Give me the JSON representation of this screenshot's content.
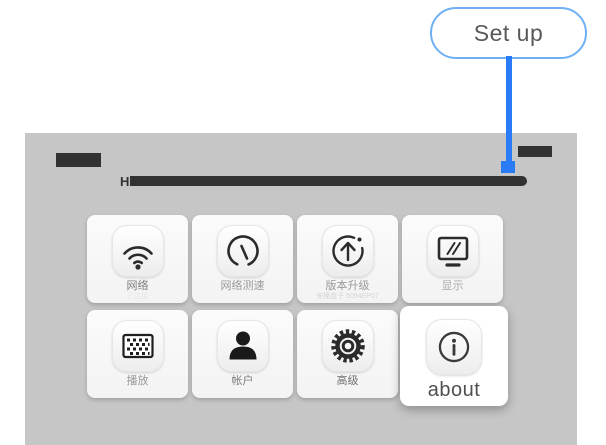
{
  "annotation": {
    "label": "Set up",
    "line_color": "#2a7bf6",
    "border_color": "#6fb0f4"
  },
  "screen": {
    "background_color": "#c6c6c6",
    "bar_color": "#323232",
    "header": {
      "title_prefix": "H"
    }
  },
  "tiles": [
    {
      "label": "网络",
      "icon": "wifi-icon",
      "subtitle": "已连接"
    },
    {
      "label": "网络测速",
      "icon": "speedometer-icon",
      "subtitle": ""
    },
    {
      "label": "版本升级",
      "icon": "upgrade-icon",
      "subtitle": "安播盒子 5094EP07"
    },
    {
      "label": "显示",
      "icon": "display-icon",
      "subtitle": ""
    },
    {
      "label": "播放",
      "icon": "dot-matrix-icon",
      "subtitle": ""
    },
    {
      "label": "帐户",
      "icon": "user-icon",
      "subtitle": ""
    },
    {
      "label": "高级",
      "icon": "gear-icon",
      "subtitle": ""
    },
    {
      "label": "about",
      "icon": "info-icon",
      "subtitle": "",
      "selected": true
    }
  ]
}
